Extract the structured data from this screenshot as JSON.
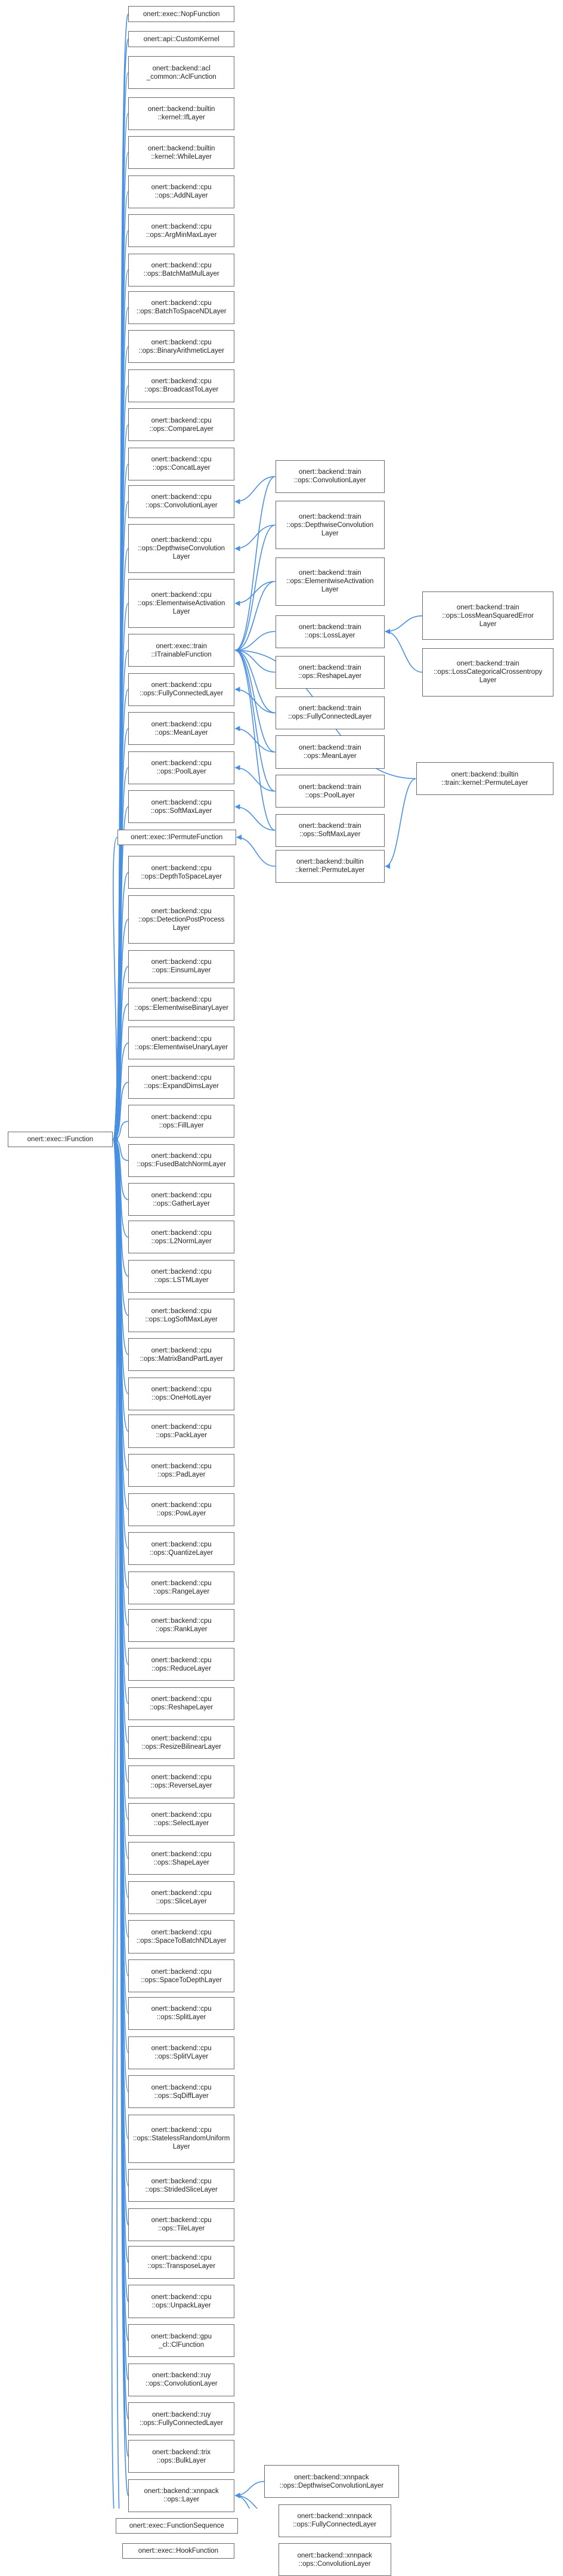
{
  "edge_color": "#4a90e2",
  "node_border": "#6a6a6a",
  "nodes": [
    {
      "id": "root",
      "lines": [
        "onert::exec::IFunction"
      ]
    },
    {
      "id": "nop",
      "lines": [
        "onert::exec::NopFunction"
      ]
    },
    {
      "id": "custom",
      "lines": [
        "onert::api::CustomKernel"
      ]
    },
    {
      "id": "actf",
      "lines": [
        "onert::backend::acl",
        "_common::AclFunction"
      ]
    },
    {
      "id": "ifl",
      "lines": [
        "onert::backend::builtin",
        "::kernel::IfLayer"
      ]
    },
    {
      "id": "whilel",
      "lines": [
        "onert::backend::builtin",
        "::kernel::WhileLayer"
      ]
    },
    {
      "id": "addn",
      "lines": [
        "onert::backend::cpu",
        "::ops::AddNLayer"
      ]
    },
    {
      "id": "argmin",
      "lines": [
        "onert::backend::cpu",
        "::ops::ArgMinMaxLayer"
      ]
    },
    {
      "id": "batchmat",
      "lines": [
        "onert::backend::cpu",
        "::ops::BatchMatMulLayer"
      ]
    },
    {
      "id": "b2s",
      "lines": [
        "onert::backend::cpu",
        "::ops::BatchToSpaceNDLayer"
      ]
    },
    {
      "id": "binar",
      "lines": [
        "onert::backend::cpu",
        "::ops::BinaryArithmeticLayer"
      ]
    },
    {
      "id": "bcast",
      "lines": [
        "onert::backend::cpu",
        "::ops::BroadcastToLayer"
      ]
    },
    {
      "id": "compare",
      "lines": [
        "onert::backend::cpu",
        "::ops::CompareLayer"
      ]
    },
    {
      "id": "concat",
      "lines": [
        "onert::backend::cpu",
        "::ops::ConcatLayer"
      ]
    },
    {
      "id": "conv",
      "lines": [
        "onert::backend::cpu",
        "::ops::ConvolutionLayer"
      ]
    },
    {
      "id": "dwconv",
      "lines": [
        "onert::backend::cpu",
        "::ops::DepthwiseConvolution",
        "Layer"
      ]
    },
    {
      "id": "elact",
      "lines": [
        "onert::backend::cpu",
        "::ops::ElementwiseActivation",
        "Layer"
      ]
    },
    {
      "id": "itrain",
      "lines": [
        "onert::exec::train",
        "::ITrainableFunction"
      ]
    },
    {
      "id": "fc",
      "lines": [
        "onert::backend::cpu",
        "::ops::FullyConnectedLayer"
      ]
    },
    {
      "id": "mean",
      "lines": [
        "onert::backend::cpu",
        "::ops::MeanLayer"
      ]
    },
    {
      "id": "pool",
      "lines": [
        "onert::backend::cpu",
        "::ops::PoolLayer"
      ]
    },
    {
      "id": "softmax",
      "lines": [
        "onert::backend::cpu",
        "::ops::SoftMaxLayer"
      ]
    },
    {
      "id": "iperm",
      "lines": [
        "onert::exec::IPermuteFunction"
      ]
    },
    {
      "id": "d2s",
      "lines": [
        "onert::backend::cpu",
        "::ops::DepthToSpaceLayer"
      ]
    },
    {
      "id": "detpost",
      "lines": [
        "onert::backend::cpu",
        "::ops::DetectionPostProcess",
        "Layer"
      ]
    },
    {
      "id": "einsum",
      "lines": [
        "onert::backend::cpu",
        "::ops::EinsumLayer"
      ]
    },
    {
      "id": "elbin",
      "lines": [
        "onert::backend::cpu",
        "::ops::ElementwiseBinaryLayer"
      ]
    },
    {
      "id": "elun",
      "lines": [
        "onert::backend::cpu",
        "::ops::ElementwiseUnaryLayer"
      ]
    },
    {
      "id": "expand",
      "lines": [
        "onert::backend::cpu",
        "::ops::ExpandDimsLayer"
      ]
    },
    {
      "id": "fill",
      "lines": [
        "onert::backend::cpu",
        "::ops::FillLayer"
      ]
    },
    {
      "id": "fbn",
      "lines": [
        "onert::backend::cpu",
        "::ops::FusedBatchNormLayer"
      ]
    },
    {
      "id": "gather",
      "lines": [
        "onert::backend::cpu",
        "::ops::GatherLayer"
      ]
    },
    {
      "id": "l2n",
      "lines": [
        "onert::backend::cpu",
        "::ops::L2NormLayer"
      ]
    },
    {
      "id": "lstm",
      "lines": [
        "onert::backend::cpu",
        "::ops::LSTMLayer"
      ]
    },
    {
      "id": "logsm",
      "lines": [
        "onert::backend::cpu",
        "::ops::LogSoftMaxLayer"
      ]
    },
    {
      "id": "mbp",
      "lines": [
        "onert::backend::cpu",
        "::ops::MatrixBandPartLayer"
      ]
    },
    {
      "id": "onehot",
      "lines": [
        "onert::backend::cpu",
        "::ops::OneHotLayer"
      ]
    },
    {
      "id": "pack",
      "lines": [
        "onert::backend::cpu",
        "::ops::PackLayer"
      ]
    },
    {
      "id": "pad",
      "lines": [
        "onert::backend::cpu",
        "::ops::PadLayer"
      ]
    },
    {
      "id": "pow",
      "lines": [
        "onert::backend::cpu",
        "::ops::PowLayer"
      ]
    },
    {
      "id": "quant",
      "lines": [
        "onert::backend::cpu",
        "::ops::QuantizeLayer"
      ]
    },
    {
      "id": "range",
      "lines": [
        "onert::backend::cpu",
        "::ops::RangeLayer"
      ]
    },
    {
      "id": "rank",
      "lines": [
        "onert::backend::cpu",
        "::ops::RankLayer"
      ]
    },
    {
      "id": "reduce",
      "lines": [
        "onert::backend::cpu",
        "::ops::ReduceLayer"
      ]
    },
    {
      "id": "reshape",
      "lines": [
        "onert::backend::cpu",
        "::ops::ReshapeLayer"
      ]
    },
    {
      "id": "resize",
      "lines": [
        "onert::backend::cpu",
        "::ops::ResizeBilinearLayer"
      ]
    },
    {
      "id": "reverse",
      "lines": [
        "onert::backend::cpu",
        "::ops::ReverseLayer"
      ]
    },
    {
      "id": "select",
      "lines": [
        "onert::backend::cpu",
        "::ops::SelectLayer"
      ]
    },
    {
      "id": "shape",
      "lines": [
        "onert::backend::cpu",
        "::ops::ShapeLayer"
      ]
    },
    {
      "id": "slice",
      "lines": [
        "onert::backend::cpu",
        "::ops::SliceLayer"
      ]
    },
    {
      "id": "s2b",
      "lines": [
        "onert::backend::cpu",
        "::ops::SpaceToBatchNDLayer"
      ]
    },
    {
      "id": "s2d",
      "lines": [
        "onert::backend::cpu",
        "::ops::SpaceToDepthLayer"
      ]
    },
    {
      "id": "split",
      "lines": [
        "onert::backend::cpu",
        "::ops::SplitLayer"
      ]
    },
    {
      "id": "splitv",
      "lines": [
        "onert::backend::cpu",
        "::ops::SplitVLayer"
      ]
    },
    {
      "id": "sqdiff",
      "lines": [
        "onert::backend::cpu",
        "::ops::SqDiffLayer"
      ]
    },
    {
      "id": "srand",
      "lines": [
        "onert::backend::cpu",
        "::ops::StatelessRandomUniform",
        "Layer"
      ]
    },
    {
      "id": "sslice",
      "lines": [
        "onert::backend::cpu",
        "::ops::StridedSliceLayer"
      ]
    },
    {
      "id": "tile",
      "lines": [
        "onert::backend::cpu",
        "::ops::TileLayer"
      ]
    },
    {
      "id": "transpose",
      "lines": [
        "onert::backend::cpu",
        "::ops::TransposeLayer"
      ]
    },
    {
      "id": "unpack",
      "lines": [
        "onert::backend::cpu",
        "::ops::UnpackLayer"
      ]
    },
    {
      "id": "gpucl",
      "lines": [
        "onert::backend::gpu",
        "_cl::ClFunction"
      ]
    },
    {
      "id": "ruyconv",
      "lines": [
        "onert::backend::ruy",
        "::ops::ConvolutionLayer"
      ]
    },
    {
      "id": "ruyfc",
      "lines": [
        "onert::backend::ruy",
        "::ops::FullyConnectedLayer"
      ]
    },
    {
      "id": "trixbulk",
      "lines": [
        "onert::backend::trix",
        "::ops::BulkLayer"
      ]
    },
    {
      "id": "xnnlayer",
      "lines": [
        "onert::backend::xnnpack",
        "::ops::Layer"
      ]
    },
    {
      "id": "funcseq",
      "lines": [
        "onert::exec::FunctionSequence"
      ]
    },
    {
      "id": "hook",
      "lines": [
        "onert::exec::HookFunction"
      ]
    },
    {
      "id": "trconv",
      "lines": [
        "onert::backend::train",
        "::ops::ConvolutionLayer"
      ]
    },
    {
      "id": "trdw",
      "lines": [
        "onert::backend::train",
        "::ops::DepthwiseConvolution",
        "Layer"
      ]
    },
    {
      "id": "trelact",
      "lines": [
        "onert::backend::train",
        "::ops::ElementwiseActivation",
        "Layer"
      ]
    },
    {
      "id": "trloss",
      "lines": [
        "onert::backend::train",
        "::ops::LossLayer"
      ]
    },
    {
      "id": "trreshape",
      "lines": [
        "onert::backend::train",
        "::ops::ReshapeLayer"
      ]
    },
    {
      "id": "trfc",
      "lines": [
        "onert::backend::train",
        "::ops::FullyConnectedLayer"
      ]
    },
    {
      "id": "trmean",
      "lines": [
        "onert::backend::train",
        "::ops::MeanLayer"
      ]
    },
    {
      "id": "trpool",
      "lines": [
        "onert::backend::train",
        "::ops::PoolLayer"
      ]
    },
    {
      "id": "trsoftmax",
      "lines": [
        "onert::backend::train",
        "::ops::SoftMaxLayer"
      ]
    },
    {
      "id": "bperm",
      "lines": [
        "onert::backend::builtin",
        "::kernel::PermuteLayer"
      ]
    },
    {
      "id": "trmse",
      "lines": [
        "onert::backend::train",
        "::ops::LossMeanSquaredError",
        "Layer"
      ]
    },
    {
      "id": "trlcce",
      "lines": [
        "onert::backend::train",
        "::ops::LossCategoricalCrossentropy",
        "Layer"
      ]
    },
    {
      "id": "trbperm",
      "lines": [
        "onert::backend::builtin",
        "::train::kernel::PermuteLayer"
      ]
    },
    {
      "id": "xdw",
      "lines": [
        "onert::backend::xnnpack",
        "::ops::DepthwiseConvolutionLayer"
      ]
    },
    {
      "id": "xfc",
      "lines": [
        "onert::backend::xnnpack",
        "::ops::FullyConnectedLayer"
      ]
    },
    {
      "id": "xconv",
      "lines": [
        "onert::backend::xnnpack",
        "::ops::ConvolutionLayer"
      ]
    }
  ],
  "edges": [
    [
      "nop",
      "root"
    ],
    [
      "custom",
      "root"
    ],
    [
      "actf",
      "root"
    ],
    [
      "ifl",
      "root"
    ],
    [
      "whilel",
      "root"
    ],
    [
      "addn",
      "root"
    ],
    [
      "argmin",
      "root"
    ],
    [
      "batchmat",
      "root"
    ],
    [
      "b2s",
      "root"
    ],
    [
      "binar",
      "root"
    ],
    [
      "bcast",
      "root"
    ],
    [
      "compare",
      "root"
    ],
    [
      "concat",
      "root"
    ],
    [
      "conv",
      "root"
    ],
    [
      "dwconv",
      "root"
    ],
    [
      "elact",
      "root"
    ],
    [
      "itrain",
      "root"
    ],
    [
      "fc",
      "root"
    ],
    [
      "mean",
      "root"
    ],
    [
      "pool",
      "root"
    ],
    [
      "softmax",
      "root"
    ],
    [
      "iperm",
      "root"
    ],
    [
      "d2s",
      "root"
    ],
    [
      "detpost",
      "root"
    ],
    [
      "einsum",
      "root"
    ],
    [
      "elbin",
      "root"
    ],
    [
      "elun",
      "root"
    ],
    [
      "expand",
      "root"
    ],
    [
      "fill",
      "root"
    ],
    [
      "fbn",
      "root"
    ],
    [
      "gather",
      "root"
    ],
    [
      "l2n",
      "root"
    ],
    [
      "lstm",
      "root"
    ],
    [
      "logsm",
      "root"
    ],
    [
      "mbp",
      "root"
    ],
    [
      "onehot",
      "root"
    ],
    [
      "pack",
      "root"
    ],
    [
      "pad",
      "root"
    ],
    [
      "pow",
      "root"
    ],
    [
      "quant",
      "root"
    ],
    [
      "range",
      "root"
    ],
    [
      "rank",
      "root"
    ],
    [
      "reduce",
      "root"
    ],
    [
      "reshape",
      "root"
    ],
    [
      "resize",
      "root"
    ],
    [
      "reverse",
      "root"
    ],
    [
      "select",
      "root"
    ],
    [
      "shape",
      "root"
    ],
    [
      "slice",
      "root"
    ],
    [
      "s2b",
      "root"
    ],
    [
      "s2d",
      "root"
    ],
    [
      "split",
      "root"
    ],
    [
      "splitv",
      "root"
    ],
    [
      "sqdiff",
      "root"
    ],
    [
      "srand",
      "root"
    ],
    [
      "sslice",
      "root"
    ],
    [
      "tile",
      "root"
    ],
    [
      "transpose",
      "root"
    ],
    [
      "unpack",
      "root"
    ],
    [
      "gpucl",
      "root"
    ],
    [
      "ruyconv",
      "root"
    ],
    [
      "ruyfc",
      "root"
    ],
    [
      "trixbulk",
      "root"
    ],
    [
      "xnnlayer",
      "root"
    ],
    [
      "funcseq",
      "root"
    ],
    [
      "hook",
      "root"
    ],
    [
      "trconv",
      "conv"
    ],
    [
      "trconv",
      "itrain"
    ],
    [
      "trdw",
      "dwconv"
    ],
    [
      "trdw",
      "itrain"
    ],
    [
      "trelact",
      "elact"
    ],
    [
      "trelact",
      "itrain"
    ],
    [
      "trloss",
      "itrain"
    ],
    [
      "trreshape",
      "itrain"
    ],
    [
      "trfc",
      "fc"
    ],
    [
      "trfc",
      "itrain"
    ],
    [
      "trmean",
      "mean"
    ],
    [
      "trmean",
      "itrain"
    ],
    [
      "trpool",
      "pool"
    ],
    [
      "trpool",
      "itrain"
    ],
    [
      "trsoftmax",
      "softmax"
    ],
    [
      "trsoftmax",
      "itrain"
    ],
    [
      "bperm",
      "iperm"
    ],
    [
      "trmse",
      "trloss"
    ],
    [
      "trlcce",
      "trloss"
    ],
    [
      "trbperm",
      "itrain"
    ],
    [
      "trbperm",
      "bperm"
    ],
    [
      "xdw",
      "xnnlayer"
    ],
    [
      "xfc",
      "xnnlayer"
    ],
    [
      "xconv",
      "xnnlayer"
    ]
  ]
}
